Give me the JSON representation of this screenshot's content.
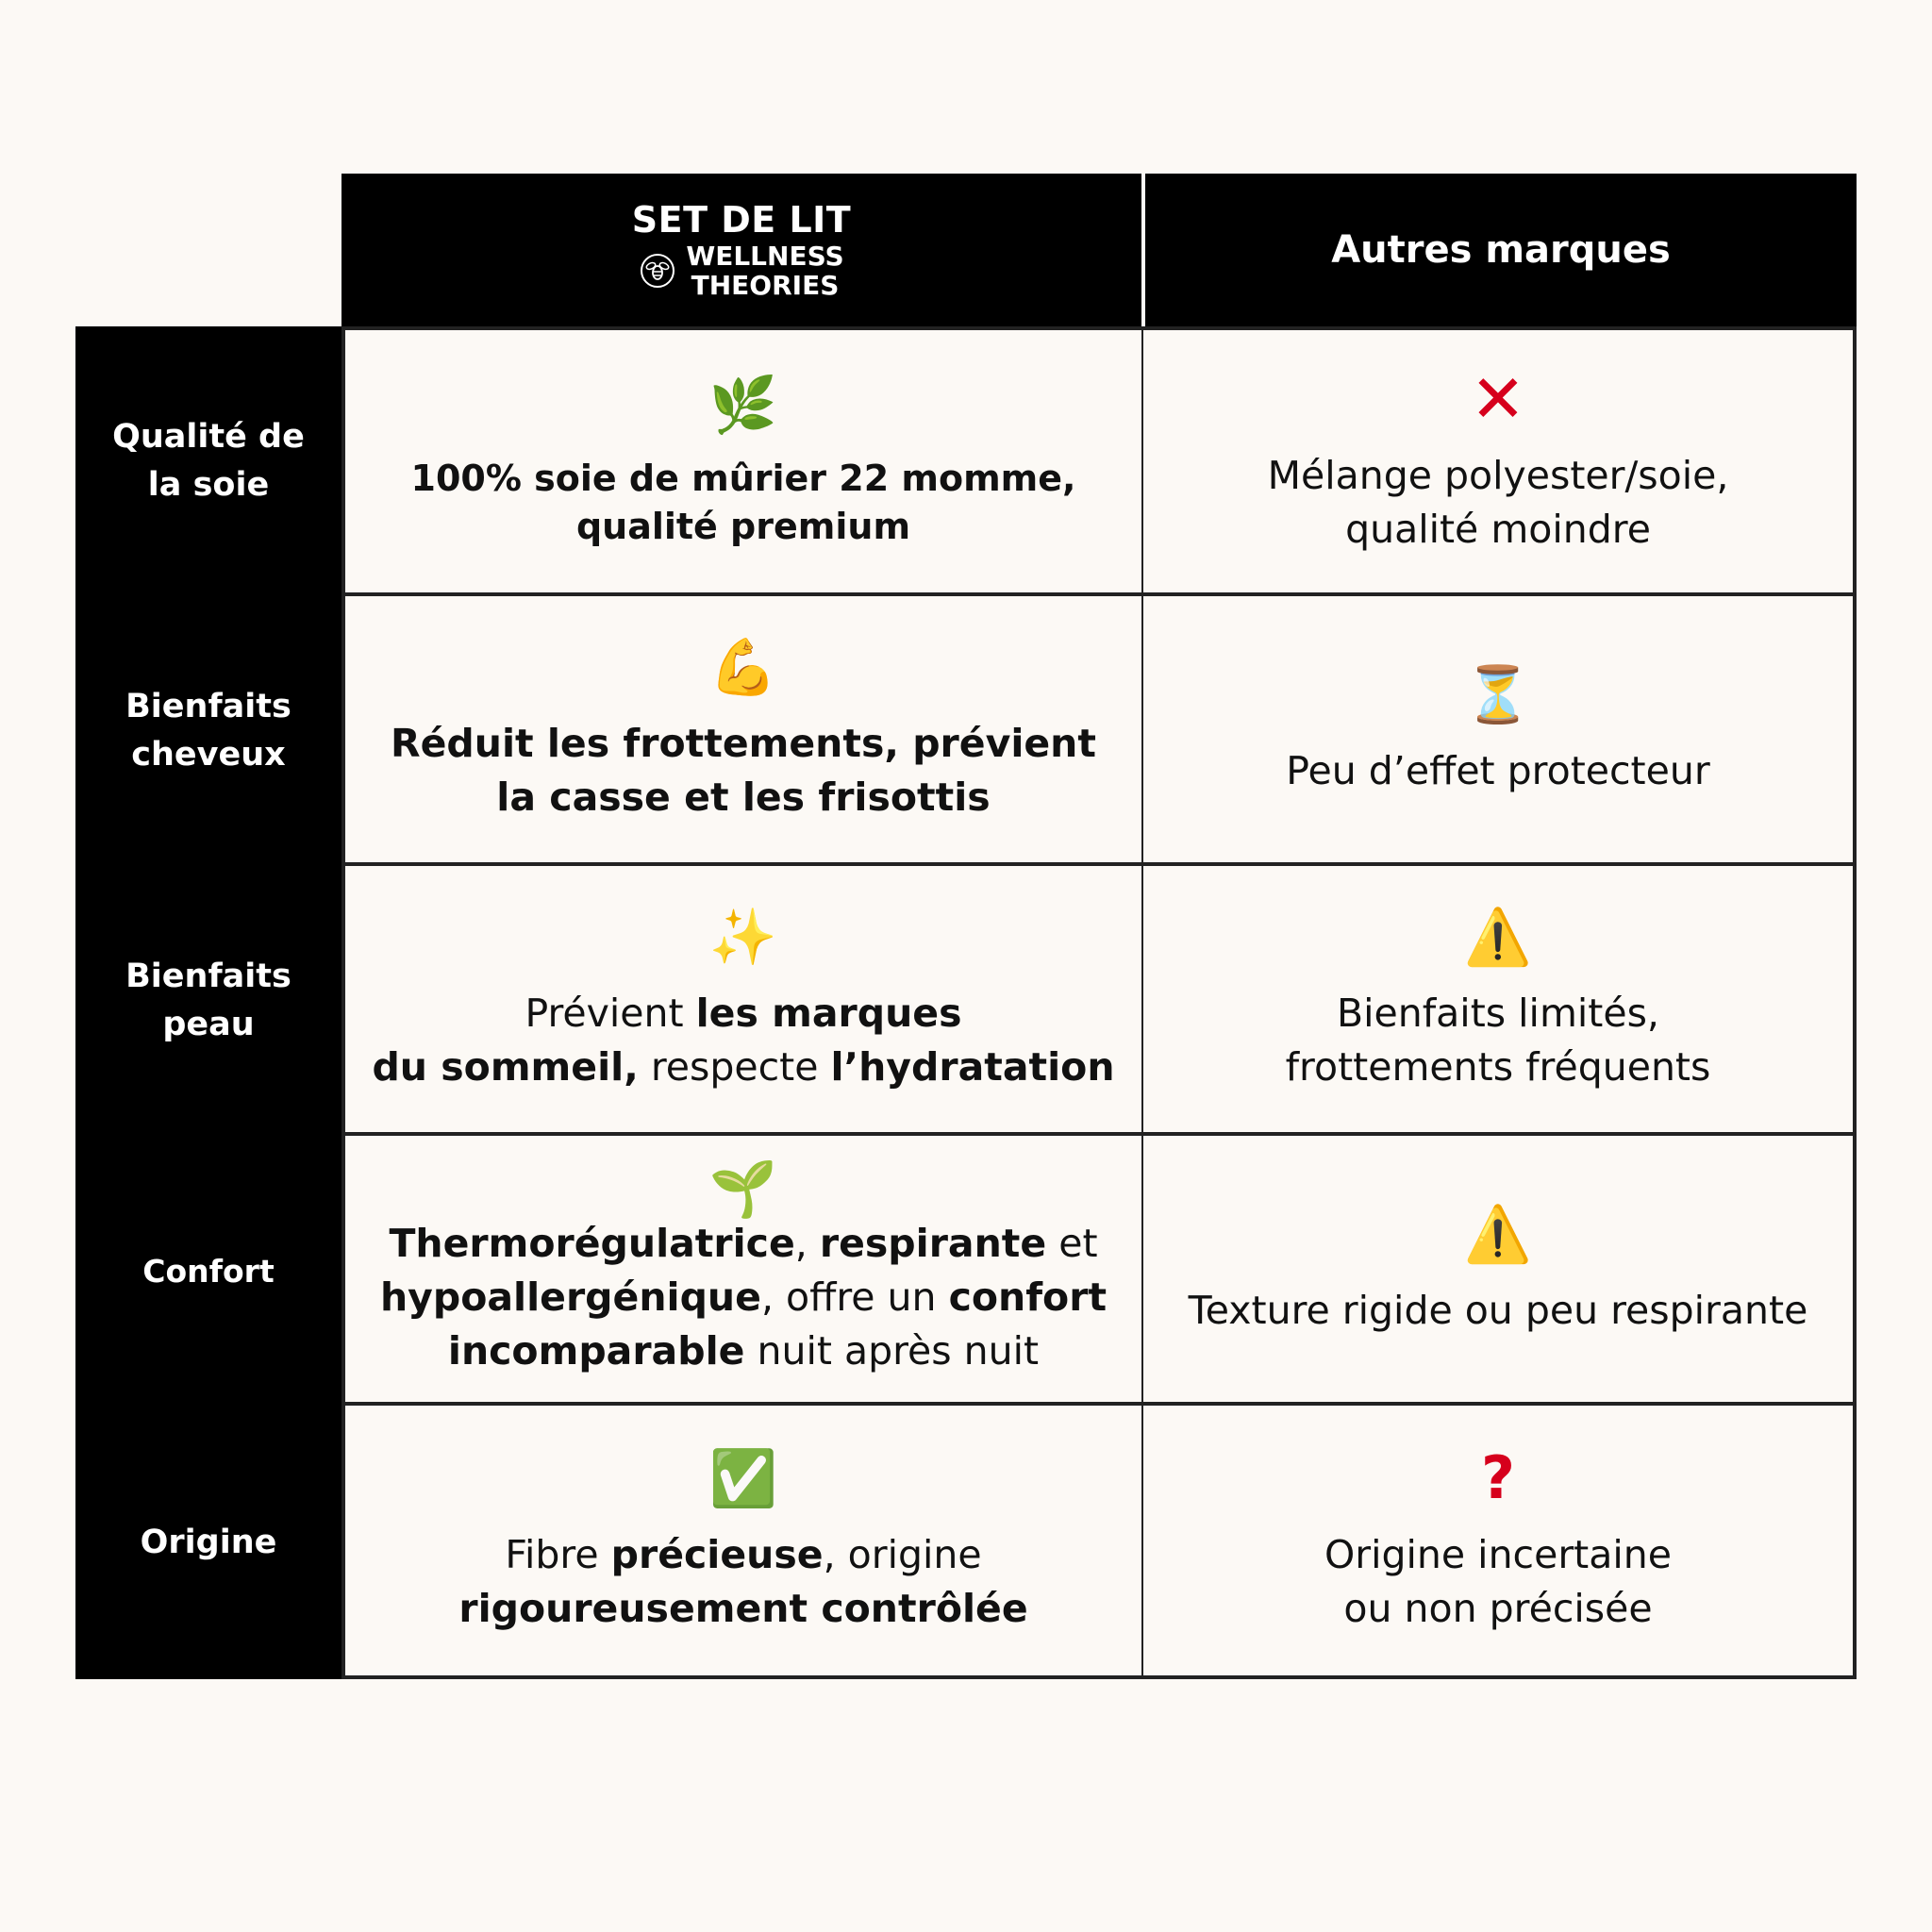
{
  "header": {
    "col1_title": "SET DE LIT",
    "col1_brand_line1": "WELLNESS",
    "col1_brand_line2": "THEORIES",
    "col2_title": "Autres marques"
  },
  "rows": [
    {
      "label": "Qualité de la soie",
      "ours_icon": "🌿",
      "ours_line1": "100% soie de mûrier 22 momme,",
      "ours_line2": "qualité premium",
      "other_icon": "❌",
      "other_line1": "Mélange polyester/soie,",
      "other_line2": "qualité moindre"
    },
    {
      "label": "Bienfaits cheveux",
      "ours_icon": "💪",
      "ours_line1": "Réduit les frottements, prévient",
      "ours_line2": "la casse et les frisottis",
      "other_icon": "⏳",
      "other_line1": "Peu d’effet protecteur"
    },
    {
      "label": "Bienfaits peau",
      "ours_icon": "✨",
      "ours_l1_a": "Prévient ",
      "ours_l1_b": "les marques",
      "ours_l2_a": "du sommeil,",
      "ours_l2_b": " respecte ",
      "ours_l2_c": "l’hydratation",
      "other_icon": "⚠️",
      "other_line1": "Bienfaits limités,",
      "other_line2": "frottements fréquents"
    },
    {
      "label": "Confort",
      "ours_icon": "🌱",
      "ours_l1_a": "Thermorégulatrice",
      "ours_l1_b": ", ",
      "ours_l1_c": "respirante",
      "ours_l1_d": " et",
      "ours_l2_a": "hypoallergénique",
      "ours_l2_b": ", offre un ",
      "ours_l2_c": "confort",
      "ours_l3_a": "incomparable",
      "ours_l3_b": " nuit après nuit",
      "other_icon": "⚠️",
      "other_line1": "Texture rigide ou peu respirante"
    },
    {
      "label": "Origine",
      "ours_icon": "✅",
      "ours_l1_a": "Fibre ",
      "ours_l1_b": "précieuse",
      "ours_l1_c": ", origine",
      "ours_l2_a": "rigoureusement contrôlée",
      "other_icon": "❓",
      "other_line1": "Origine incertaine",
      "other_line2": "ou non précisée"
    }
  ],
  "icon_names": [
    "herb-icon",
    "cross-mark-icon",
    "flexed-biceps-icon",
    "hourglass-icon",
    "sparkles-icon",
    "warning-icon",
    "seedling-icon",
    "check-mark-icon",
    "question-mark-icon",
    "bee-logo-icon"
  ],
  "colors": {
    "background": "#fcf9f5",
    "header_bg": "#000000",
    "label_bg": "#000000",
    "border": "#222222",
    "cross_red": "#d6001c"
  }
}
